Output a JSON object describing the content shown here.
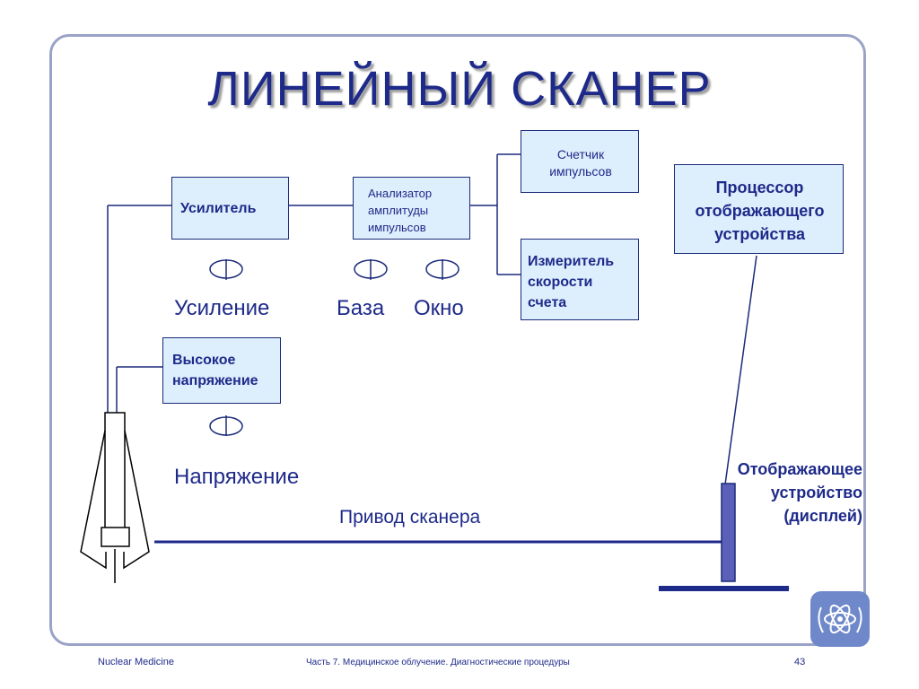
{
  "title": "ЛИНЕЙНЫЙ СКАНЕР",
  "boxes": {
    "amplifier": "Усилитель",
    "analyzer": [
      "Анализатор",
      "амплитуды",
      "импульсов"
    ],
    "counter": [
      "Счетчик",
      "импульсов"
    ],
    "ratemeter": [
      "Измеритель",
      "скорости",
      "счета"
    ],
    "processor": [
      "Процессор",
      "отображающего",
      "устройства"
    ],
    "high_voltage": [
      "Высокое",
      "напряжение"
    ]
  },
  "controls": {
    "gain": "Усиление",
    "base": "База",
    "window": "Окно",
    "voltage": "Напряжение"
  },
  "scanner_drive": "Привод сканера",
  "display_device": [
    "Отображающее",
    "устройство",
    "(дисплей)"
  ],
  "footer": {
    "left": "Nuclear Medicine",
    "center": "Часть 7. Медицинское облучение. Диагностические процедуры",
    "page": "43"
  },
  "colors": {
    "text": "#1e2a8a",
    "box_fill": "#ddeefc",
    "frame": "#9aa3c7",
    "display_bar": "#5b60b8"
  }
}
